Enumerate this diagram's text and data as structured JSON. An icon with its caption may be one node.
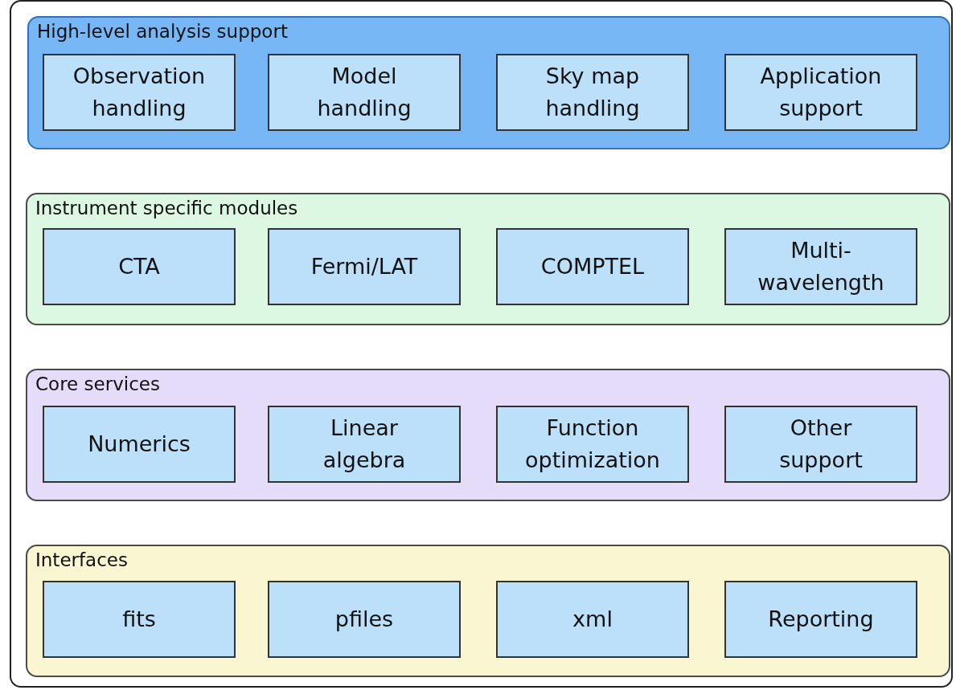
{
  "diagram": {
    "nodes": [
      {
        "text": [],
        "shape": "box"
      },
      {
        "text": [
          "High-level analysis support"
        ],
        "in": 0
      },
      {
        "text": [
          "Observation handling"
        ],
        "in": 1
      },
      {
        "text": [
          "Model handling"
        ],
        "in": 1
      },
      {
        "text": [
          "Sky map handling"
        ],
        "in": 1
      },
      {
        "text": [
          "Application support"
        ],
        "in": 1
      },
      {
        "text": [
          "Instrument specific modules"
        ],
        "in": 0
      },
      {
        "text": [
          "CTA"
        ],
        "in": 6
      },
      {
        "text": [
          "Fermi/LAT"
        ],
        "in": 6
      },
      {
        "text": [
          "COMPTEL"
        ],
        "in": 6
      },
      {
        "text": [
          "Multi-wavelength"
        ],
        "in": 6
      },
      {
        "text": [
          "Core services"
        ],
        "in": 0
      },
      {
        "text": [
          "Numerics"
        ],
        "in": 11
      },
      {
        "text": [
          "Linear algebra"
        ],
        "in": 11
      },
      {
        "text": [
          "Function optimization"
        ],
        "in": 11
      },
      {
        "text": [
          "Other support"
        ],
        "in": 11
      },
      {
        "text": [
          "Interfaces"
        ],
        "in": 0
      },
      {
        "text": [
          "fits"
        ],
        "in": 16
      },
      {
        "text": [
          "pfiles"
        ],
        "in": 16
      },
      {
        "text": [
          "xml"
        ],
        "in": 16
      },
      {
        "text": [
          "Reporting"
        ],
        "in": 16
      }
    ]
  }
}
